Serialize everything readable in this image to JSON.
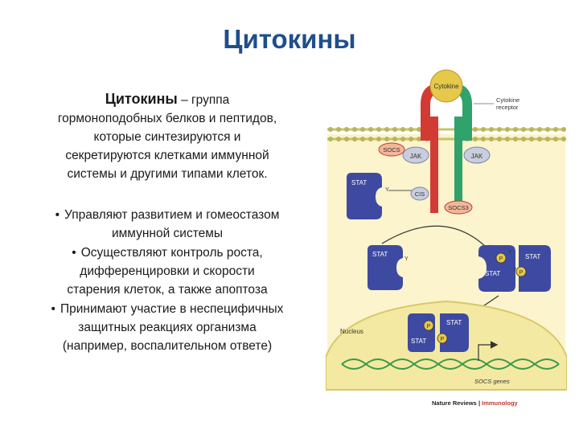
{
  "slide": {
    "title": "Цитокины",
    "definition": {
      "term": "Цитокины",
      "rest_line1": " – группа",
      "rest_lines": [
        "гормоноподобных белков и пептидов,",
        "которые синтезируются и",
        "секретируются клетками иммунной",
        "системы и другими типами клеток."
      ]
    },
    "bullets": [
      {
        "marker": "•",
        "lines": [
          "Управляют развитием и гомеостазом",
          "иммунной системы"
        ]
      },
      {
        "marker": "•",
        "lines": [
          "Осуществляют контроль роста,",
          "дифференцировки и скорости",
          "старения клеток, а также апоптоза"
        ]
      },
      {
        "marker": "•",
        "lines": [
          "Принимают участие в неспецифичных",
          "защитных реакциях организма",
          "(например, воспалительном ответе)"
        ]
      }
    ]
  },
  "figure": {
    "labels": {
      "cytokine": "Cytokine",
      "cytokine_receptor_1": "Cytokine",
      "cytokine_receptor_2": "receptor",
      "socs": "SOCS",
      "jak_left": "JAK",
      "jak_right": "JAK",
      "stat": "STAT",
      "cis": "CIS",
      "socs3": "SOCS3",
      "p": "P",
      "y": "Y",
      "nucleus": "Nucleus",
      "socs_genes": "SOCS genes"
    },
    "credit": {
      "journal": "Nature Reviews",
      "separator": " | ",
      "section": "Immunology"
    },
    "colors": {
      "cytokine": "#e6c84a",
      "receptor_left": "#d23b34",
      "receptor_right": "#2fa36b",
      "membrane": "#c8c36a",
      "stat": "#3e4aa1",
      "jak": "#c9cede",
      "socs": "#f2b79a",
      "nucleus": "#f4e9a2",
      "cytoplasm": "#fbf4cc",
      "dna": "#3a9a48",
      "credit_accent": "#c0392b"
    }
  }
}
